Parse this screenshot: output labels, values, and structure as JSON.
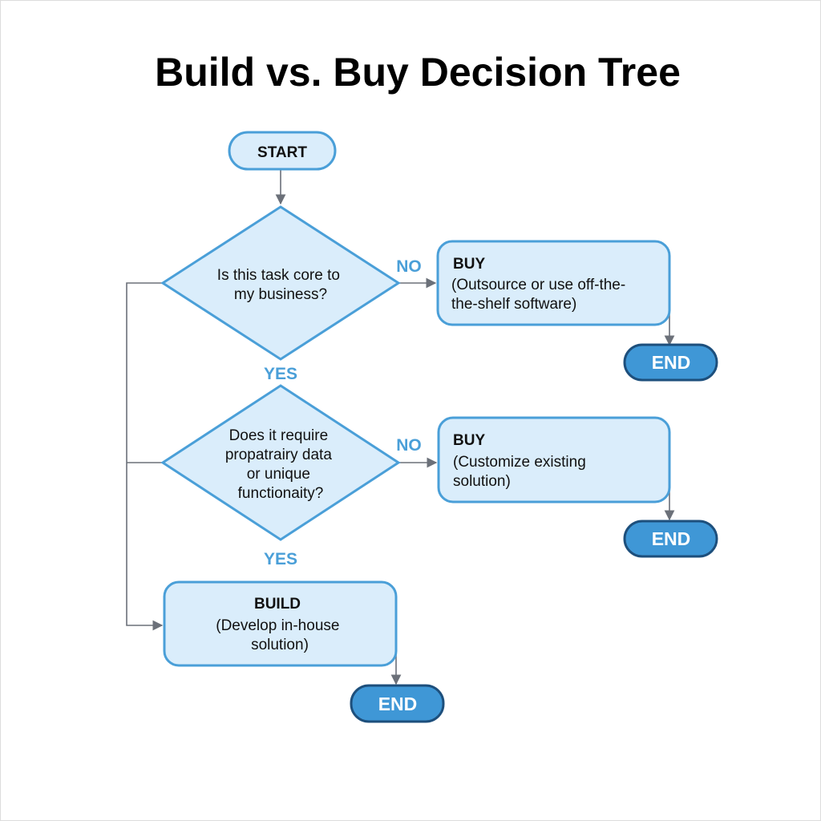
{
  "title": "Build vs. Buy Decision Tree",
  "colors": {
    "node_fill": "#daedfb",
    "node_stroke": "#4a9fd8",
    "end_fill": "#3f97d6",
    "end_stroke": "#1d4f7c",
    "label": "#4a9fd8",
    "connector": "#6b7079"
  },
  "start": {
    "label": "START"
  },
  "decision1": {
    "lines": [
      "Is this task core to",
      "my business?"
    ],
    "no_label": "NO",
    "yes_label": "YES"
  },
  "decision2": {
    "lines": [
      "Does it require",
      "propatrairy data",
      "or unique",
      "functionaity?"
    ],
    "no_label": "NO",
    "yes_label": "YES"
  },
  "buy1": {
    "heading": "BUY",
    "lines": [
      "(Outsource or use off-the-",
      "the-shelf software)"
    ]
  },
  "buy2": {
    "heading": "BUY",
    "lines": [
      "(Customize existing",
      "solution)"
    ]
  },
  "build": {
    "heading": "BUILD",
    "lines": [
      "(Develop in-house",
      "solution)"
    ]
  },
  "end_label": "END"
}
